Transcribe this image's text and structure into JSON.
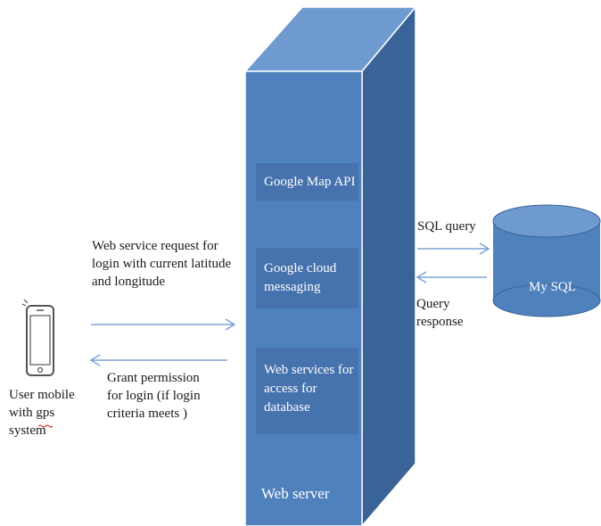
{
  "server": {
    "label": "Web server",
    "modules": [
      {
        "label": "Google  Map API"
      },
      {
        "label": "Google cloud\nmessaging"
      },
      {
        "label": "Web services for\naccess  for\ndatabase"
      }
    ]
  },
  "database": {
    "label": "My SQL"
  },
  "mobile": {
    "caption_line1": "User mobile",
    "caption_line2a": "with ",
    "caption_line2b": "gps",
    "caption_line3": "system"
  },
  "arrows": {
    "request_label": "Web service request for\nlogin with  current latitude\nand longitude",
    "grant_label": "Grant permission\nfor login (if  login\ncriteria meets )",
    "sql_query_label": "SQL query",
    "query_response_label": "Query\nresponse"
  },
  "colors": {
    "server_front": "#4F81BD",
    "server_top": "#6F9AD0",
    "server_side": "#3A6497",
    "module_box": "#4673AD",
    "database_fill": "#4F81BD",
    "arrow": "#7DA3D3",
    "phone": "#555555"
  }
}
